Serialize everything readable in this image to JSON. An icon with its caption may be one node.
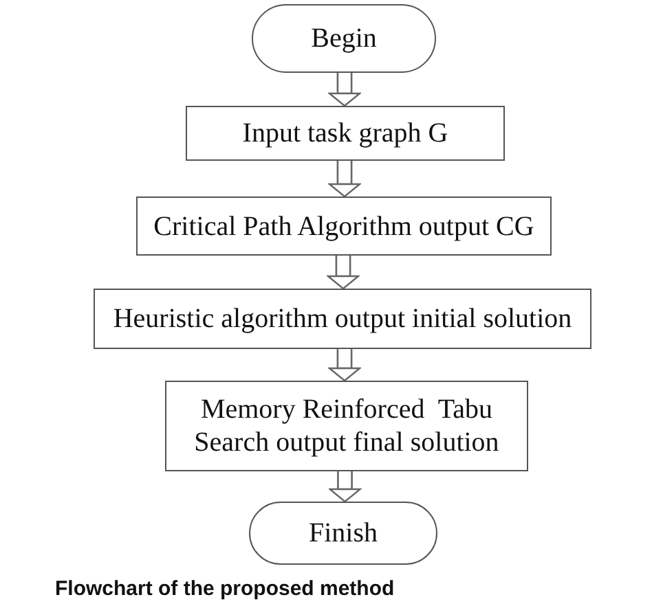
{
  "diagram": {
    "caption": "Flowchart of the proposed method",
    "nodes": [
      {
        "text": [
          "Begin"
        ]
      },
      {
        "text": [
          "Input task graph G"
        ]
      },
      {
        "text": [
          "Critical Path Algorithm output CG"
        ]
      },
      {
        "text": [
          "Heuristic algorithm output initial solution"
        ]
      },
      {
        "text": [
          "Memory Reinforced  Tabu Search output final solution"
        ]
      },
      {
        "text": [
          "Finish"
        ]
      }
    ],
    "edges": [
      {
        "from": 0,
        "to": 1,
        "arrow": "to"
      },
      {
        "from": 1,
        "to": 2,
        "arrow": "to"
      },
      {
        "from": 2,
        "to": 3,
        "arrow": "to"
      },
      {
        "from": 3,
        "to": 4,
        "arrow": "to"
      },
      {
        "from": 4,
        "to": 5,
        "arrow": "to"
      }
    ]
  }
}
